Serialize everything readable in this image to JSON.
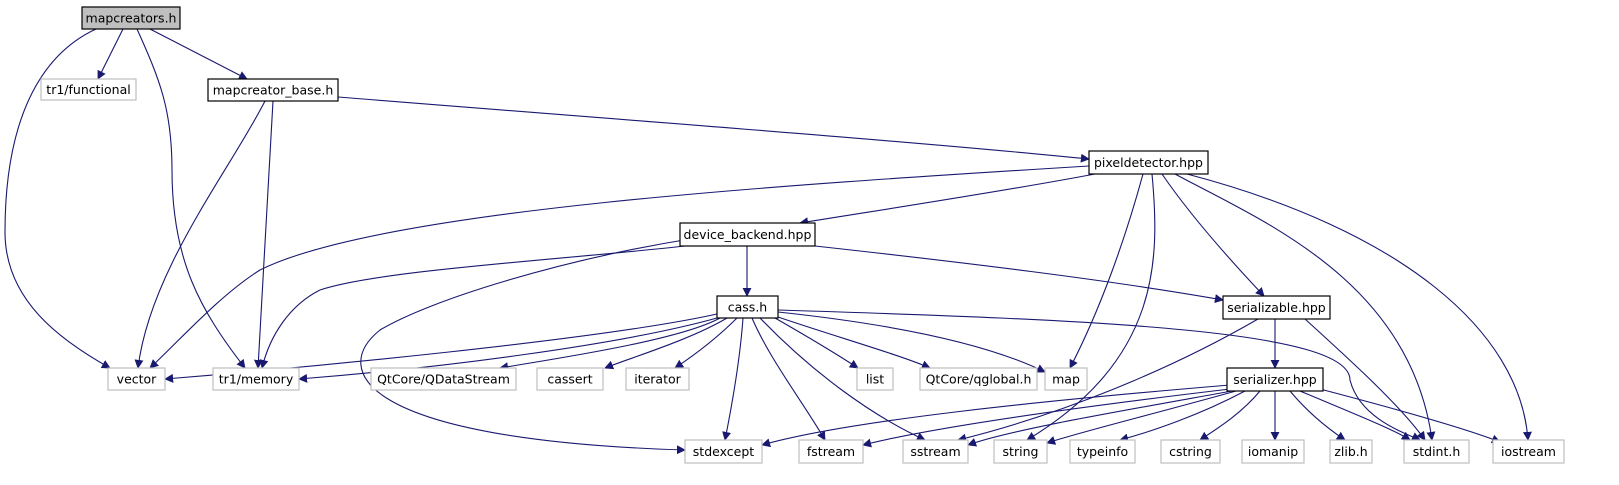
{
  "colors": {
    "edge": "#191970",
    "header_fill": "#bfbfbf",
    "header_stroke": "#000000",
    "internal_stroke": "#000000",
    "external_stroke": "#bfbfbf",
    "text": "#000000"
  },
  "nodes": [
    {
      "id": "mapcreators",
      "label": "mapcreators.h",
      "kind": "header"
    },
    {
      "id": "tr1functional",
      "label": "tr1/functional",
      "kind": "external"
    },
    {
      "id": "mapcreator_base",
      "label": "mapcreator_base.h",
      "kind": "internal"
    },
    {
      "id": "pixeldetector",
      "label": "pixeldetector.hpp",
      "kind": "internal"
    },
    {
      "id": "device_backend",
      "label": "device_backend.hpp",
      "kind": "internal"
    },
    {
      "id": "cass",
      "label": "cass.h",
      "kind": "internal"
    },
    {
      "id": "serializable",
      "label": "serializable.hpp",
      "kind": "internal"
    },
    {
      "id": "serializer",
      "label": "serializer.hpp",
      "kind": "internal"
    },
    {
      "id": "vector",
      "label": "vector",
      "kind": "external"
    },
    {
      "id": "tr1memory",
      "label": "tr1/memory",
      "kind": "external"
    },
    {
      "id": "qdatastream",
      "label": "QtCore/QDataStream",
      "kind": "external"
    },
    {
      "id": "cassert",
      "label": "cassert",
      "kind": "external"
    },
    {
      "id": "iterator",
      "label": "iterator",
      "kind": "external"
    },
    {
      "id": "list",
      "label": "list",
      "kind": "external"
    },
    {
      "id": "qglobal",
      "label": "QtCore/qglobal.h",
      "kind": "external"
    },
    {
      "id": "map",
      "label": "map",
      "kind": "external"
    },
    {
      "id": "stdexcept",
      "label": "stdexcept",
      "kind": "external"
    },
    {
      "id": "fstream",
      "label": "fstream",
      "kind": "external"
    },
    {
      "id": "sstream",
      "label": "sstream",
      "kind": "external"
    },
    {
      "id": "string",
      "label": "string",
      "kind": "external"
    },
    {
      "id": "typeinfo",
      "label": "typeinfo",
      "kind": "external"
    },
    {
      "id": "cstring",
      "label": "cstring",
      "kind": "external"
    },
    {
      "id": "iomanip",
      "label": "iomanip",
      "kind": "external"
    },
    {
      "id": "zlib",
      "label": "zlib.h",
      "kind": "external"
    },
    {
      "id": "stdint",
      "label": "stdint.h",
      "kind": "external"
    },
    {
      "id": "iostream",
      "label": "iostream",
      "kind": "external"
    }
  ],
  "edges": [
    [
      "mapcreators",
      "vector"
    ],
    [
      "mapcreators",
      "tr1functional"
    ],
    [
      "mapcreators",
      "tr1memory"
    ],
    [
      "mapcreators",
      "mapcreator_base"
    ],
    [
      "mapcreator_base",
      "vector"
    ],
    [
      "mapcreator_base",
      "tr1memory"
    ],
    [
      "mapcreator_base",
      "pixeldetector"
    ],
    [
      "pixeldetector",
      "vector"
    ],
    [
      "pixeldetector",
      "device_backend"
    ],
    [
      "pixeldetector",
      "map"
    ],
    [
      "pixeldetector",
      "string"
    ],
    [
      "pixeldetector",
      "serializable"
    ],
    [
      "pixeldetector",
      "stdint"
    ],
    [
      "pixeldetector",
      "iostream"
    ],
    [
      "device_backend",
      "tr1memory"
    ],
    [
      "device_backend",
      "stdexcept"
    ],
    [
      "device_backend",
      "cass"
    ],
    [
      "device_backend",
      "serializable"
    ],
    [
      "cass",
      "vector"
    ],
    [
      "cass",
      "tr1memory"
    ],
    [
      "cass",
      "qdatastream"
    ],
    [
      "cass",
      "cassert"
    ],
    [
      "cass",
      "iterator"
    ],
    [
      "cass",
      "list"
    ],
    [
      "cass",
      "qglobal"
    ],
    [
      "cass",
      "map"
    ],
    [
      "cass",
      "stdexcept"
    ],
    [
      "cass",
      "fstream"
    ],
    [
      "cass",
      "sstream"
    ],
    [
      "cass",
      "stdint"
    ],
    [
      "serializable",
      "sstream"
    ],
    [
      "serializable",
      "serializer"
    ],
    [
      "serializable",
      "stdint"
    ],
    [
      "serializer",
      "stdexcept"
    ],
    [
      "serializer",
      "fstream"
    ],
    [
      "serializer",
      "sstream"
    ],
    [
      "serializer",
      "string"
    ],
    [
      "serializer",
      "typeinfo"
    ],
    [
      "serializer",
      "cstring"
    ],
    [
      "serializer",
      "iomanip"
    ],
    [
      "serializer",
      "zlib"
    ],
    [
      "serializer",
      "stdint"
    ],
    [
      "serializer",
      "iostream"
    ]
  ]
}
